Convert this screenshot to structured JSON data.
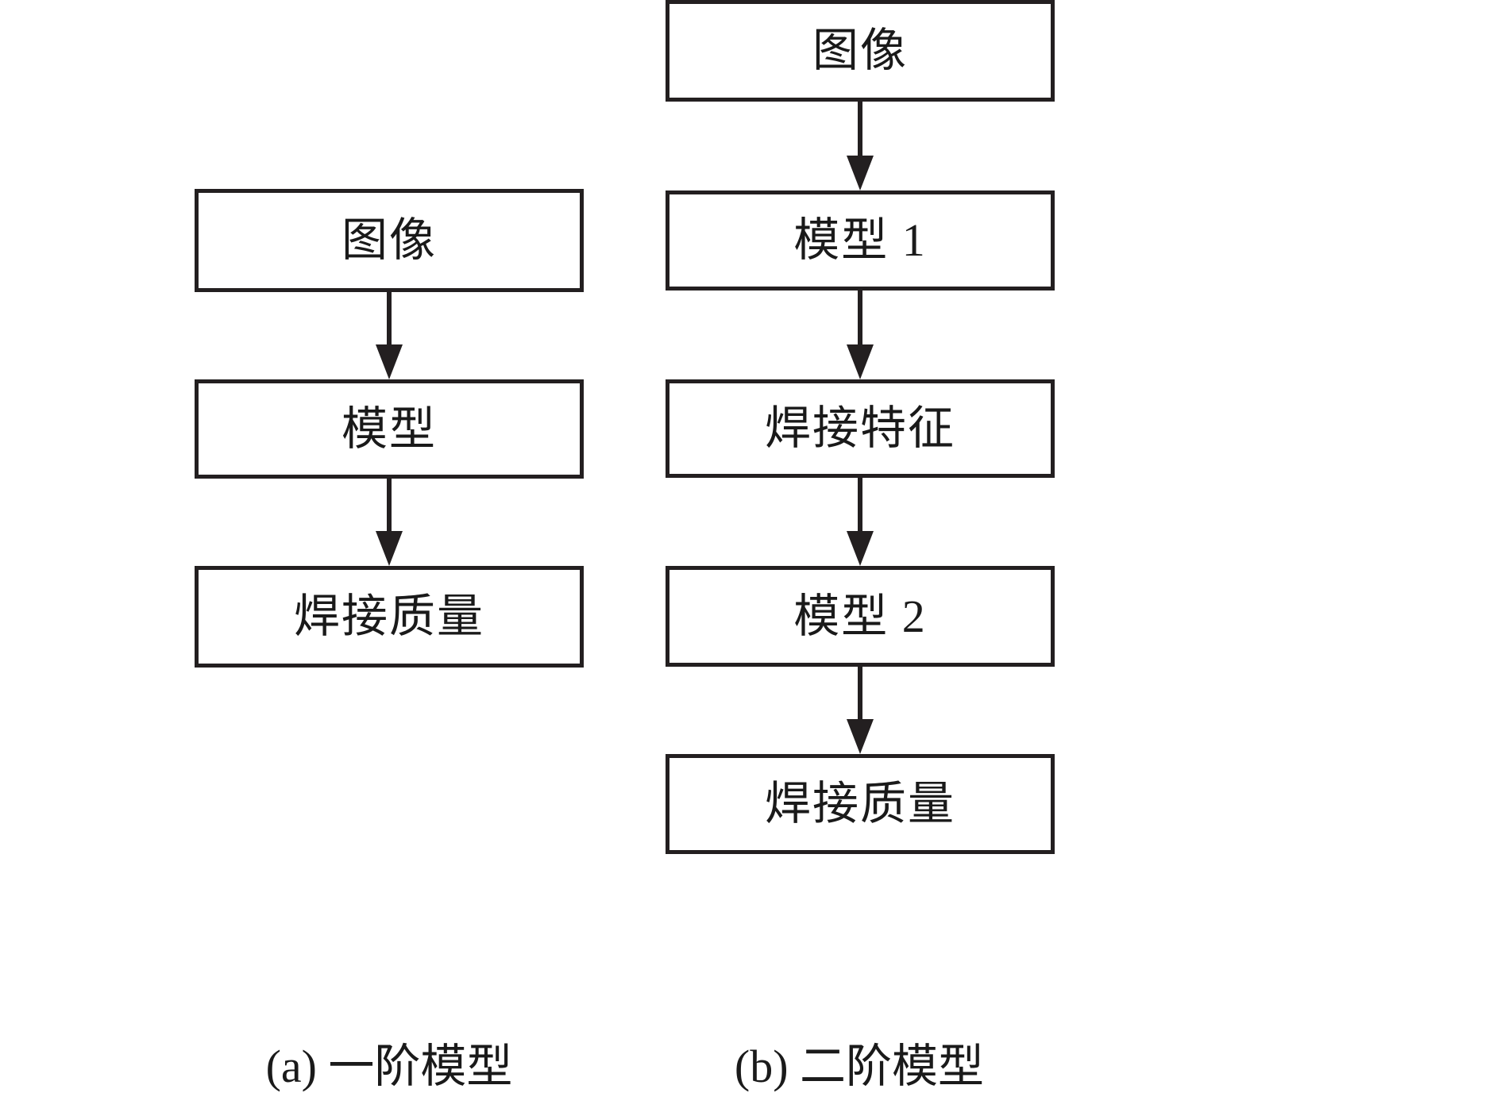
{
  "figure": {
    "type": "flowchart",
    "orientation": "vertical-top-to-bottom",
    "background_color": "#ffffff",
    "line_color": "#231f20",
    "text_color": "#1a1a1a",
    "panels": [
      {
        "id": "a",
        "caption": "(a) 一阶模型",
        "nodes": [
          {
            "id": "a1",
            "label": "图像"
          },
          {
            "id": "a2",
            "label": "模型"
          },
          {
            "id": "a3",
            "label": "焊接质量"
          }
        ],
        "edges": [
          {
            "from": "a1",
            "to": "a2",
            "arrow": "down"
          },
          {
            "from": "a2",
            "to": "a3",
            "arrow": "down"
          }
        ]
      },
      {
        "id": "b",
        "caption": "(b) 二阶模型",
        "nodes": [
          {
            "id": "b1",
            "label": "图像"
          },
          {
            "id": "b2",
            "label": "模型 1"
          },
          {
            "id": "b3",
            "label": "焊接特征"
          },
          {
            "id": "b4",
            "label": "模型 2"
          },
          {
            "id": "b5",
            "label": "焊接质量"
          }
        ],
        "edges": [
          {
            "from": "b1",
            "to": "b2",
            "arrow": "down"
          },
          {
            "from": "b2",
            "to": "b3",
            "arrow": "down"
          },
          {
            "from": "b3",
            "to": "b4",
            "arrow": "down"
          },
          {
            "from": "b4",
            "to": "b5",
            "arrow": "down"
          }
        ]
      }
    ]
  }
}
